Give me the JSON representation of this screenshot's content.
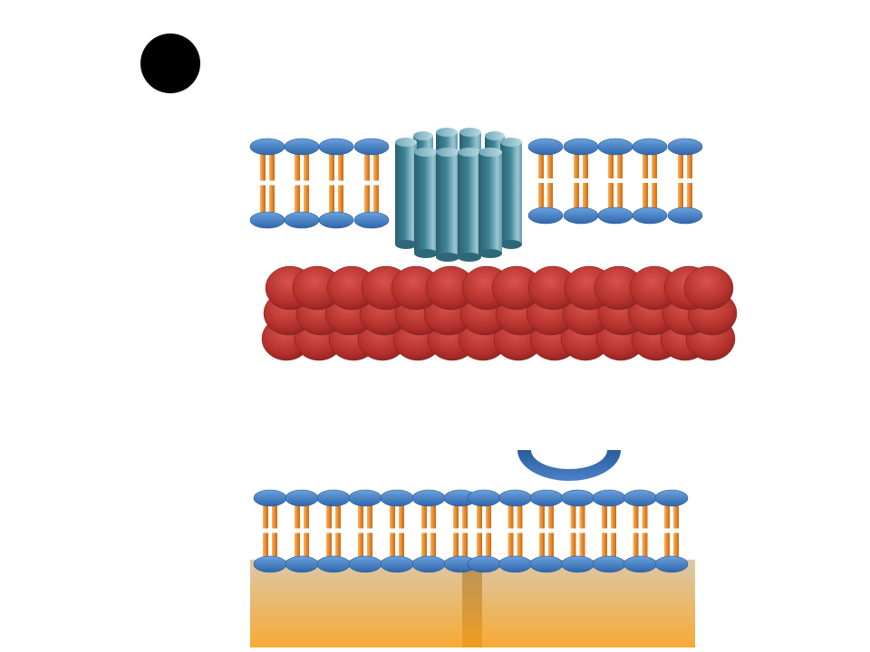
{
  "figure": {
    "marker": {
      "color": "#000000"
    },
    "colors": {
      "lipid_head": "#3a78bf",
      "lipid_head_light": "#6aa2dc",
      "lipid_tail": "#e98a2c",
      "lipid_tail_light": "#f6b66a",
      "protein_cylinder": "#2e7286",
      "protein_cylinder_light": "#9cc6d2",
      "red_sphere": "#b8322e",
      "red_sphere_light": "#e06a60",
      "arc_protein": "#2f62a8",
      "substrate_top": "#d9c3a0",
      "substrate_bottom": "#f6ad3a"
    },
    "panels": [
      {
        "name": "membrane-with-channel",
        "components": [
          "bilayer-left",
          "channel-protein",
          "bilayer-right",
          "red-sphere-layer"
        ]
      },
      {
        "name": "supported-bilayer",
        "components": [
          "arc-protein",
          "bilayer-bottom",
          "substrate"
        ]
      }
    ]
  }
}
